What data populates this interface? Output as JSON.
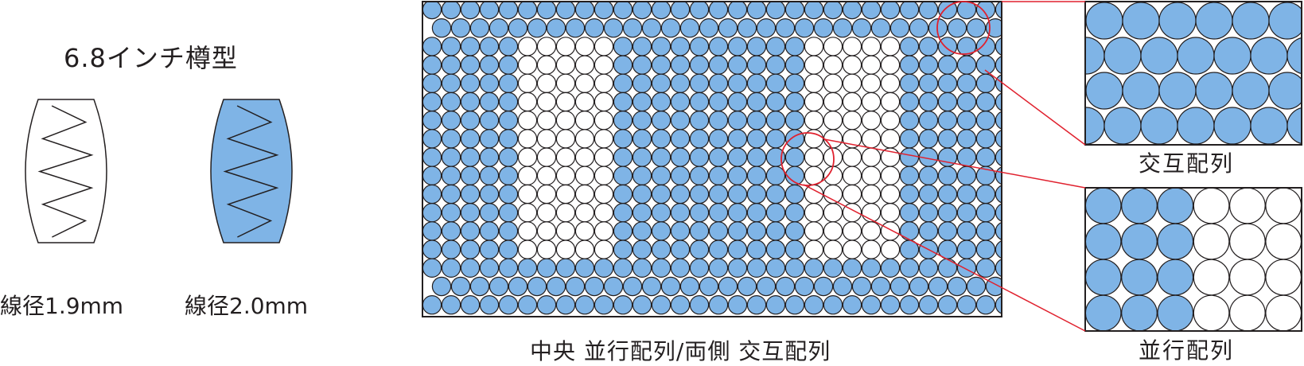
{
  "title": "6.8インチ樽型",
  "springs": [
    {
      "wire_label": "線径1.9mm",
      "fill": "#ffffff"
    },
    {
      "wire_label": "線径2.0mm",
      "fill": "#7fb4e6"
    }
  ],
  "main_caption": "中央 並行配列/両側 交互配列",
  "details": [
    {
      "caption": "交互配列",
      "pattern": "staggered"
    },
    {
      "caption": "並行配列",
      "pattern": "parallel"
    }
  ],
  "colors": {
    "blue": "#7fb4e6",
    "white": "#ffffff",
    "outline": "#231f20",
    "highlight": "#e0212e"
  }
}
